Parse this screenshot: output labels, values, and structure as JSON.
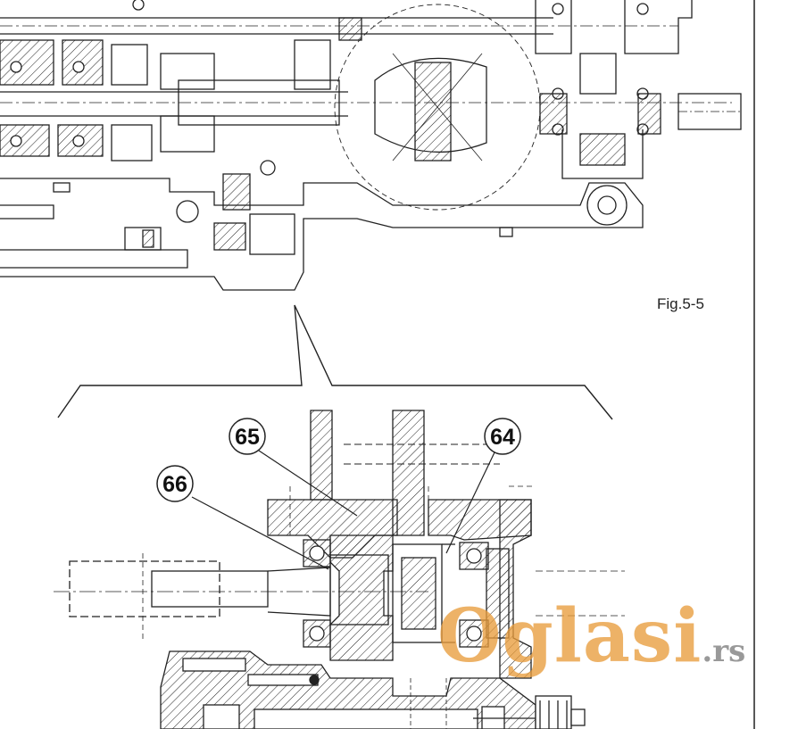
{
  "figure": {
    "label": "Fig.5-5"
  },
  "callouts": [
    {
      "id": "65",
      "text": "65"
    },
    {
      "id": "64",
      "text": "64"
    },
    {
      "id": "66",
      "text": "66"
    }
  ],
  "watermark": {
    "brand": "Oglasi",
    "suffix": ".rs",
    "color": "#e89c3c"
  }
}
